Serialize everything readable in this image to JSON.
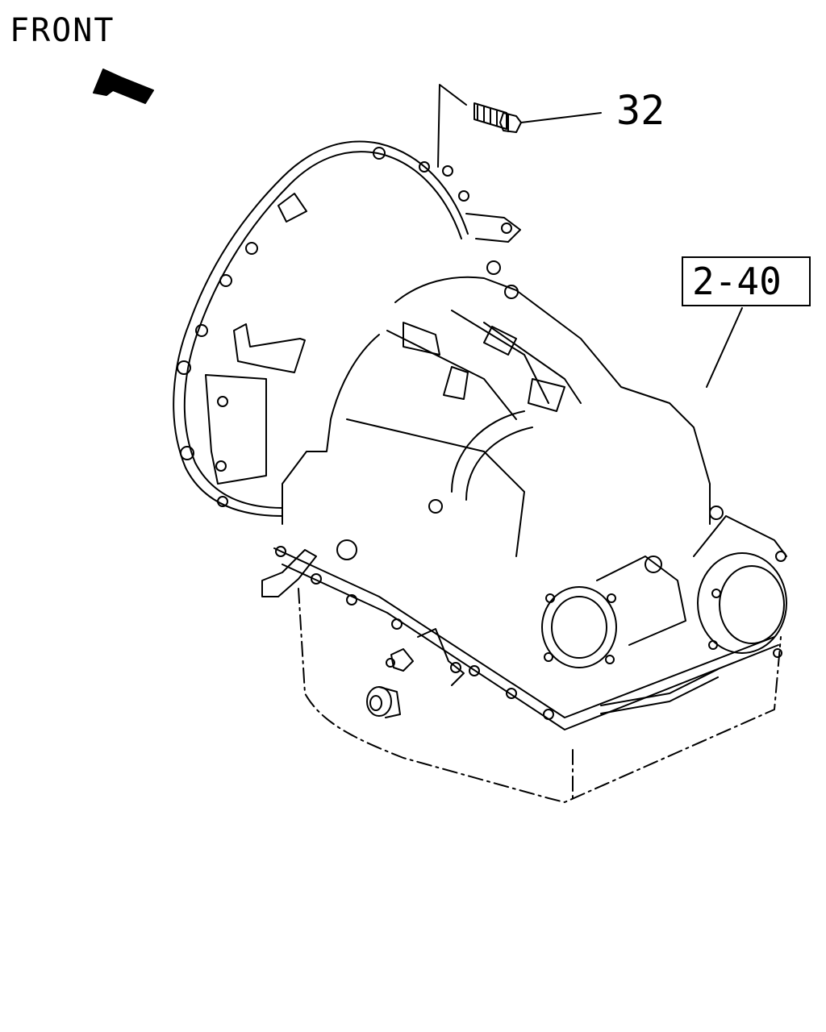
{
  "diagram": {
    "front_label": "FRONT",
    "front_arrow": "front-arrow-icon",
    "callouts": [
      {
        "id": "bolt",
        "text": "32"
      },
      {
        "id": "assembly",
        "text": "2-40"
      }
    ],
    "colors": {
      "ink": "#000000",
      "paper": "#ffffff"
    }
  }
}
